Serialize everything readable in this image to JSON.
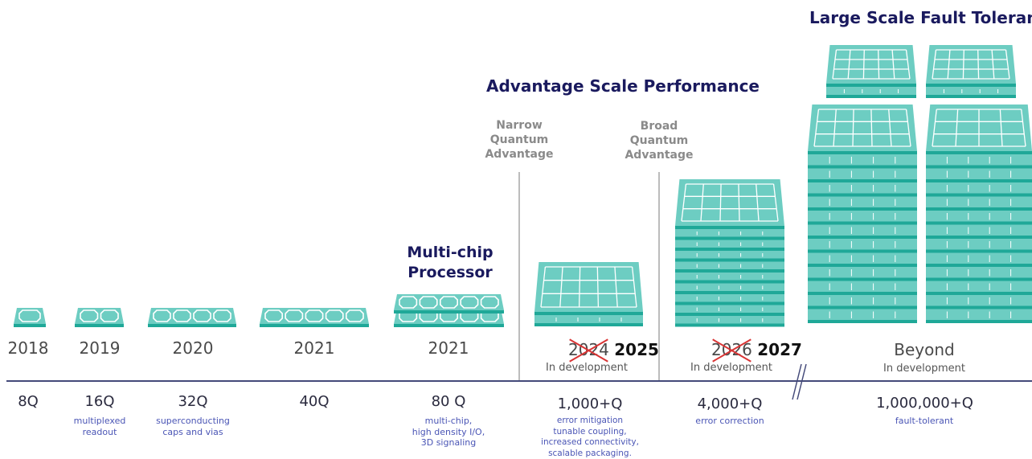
{
  "headings": {
    "large_scale": "Large Scale Fault Tolerance",
    "advantage": "Advantage Scale Performance",
    "multichip": [
      "Multi-chip",
      "Processor"
    ],
    "narrow": [
      "Narrow",
      "Quantum",
      "Advantage"
    ],
    "broad": [
      "Broad",
      "Quantum",
      "Advantage"
    ]
  },
  "milestones": [
    {
      "year": "2018",
      "qubits": "8Q",
      "desc": []
    },
    {
      "year": "2019",
      "qubits": "16Q",
      "desc": [
        "multiplexed",
        "readout"
      ]
    },
    {
      "year": "2020",
      "qubits": "32Q",
      "desc": [
        "superconducting",
        "caps and vias"
      ]
    },
    {
      "year": "2021",
      "qubits": "40Q",
      "desc": []
    },
    {
      "year": "2021",
      "qubits": "80 Q",
      "desc": [
        "multi-chip,",
        "high density I/O,",
        "3D signaling"
      ]
    },
    {
      "year_old": "2024",
      "year": "2025",
      "status": "In development",
      "qubits": "1,000+Q",
      "desc": [
        "error mitigation",
        "tunable coupling,",
        "increased connectivity,",
        "scalable packaging."
      ]
    },
    {
      "year_old": "2026",
      "year": "2027",
      "status": "In development",
      "qubits": "4,000+Q",
      "desc": [
        "error correction"
      ]
    },
    {
      "year": "Beyond",
      "status": "In development",
      "qubits": "1,000,000+Q",
      "desc": [
        "fault-tolerant"
      ]
    }
  ],
  "colors": {
    "chip_fill": "#6dcdc2",
    "chip_edge": "#1fa898",
    "heading": "#1a1a5e",
    "desc": "#4a55b5",
    "strike": "#d93434"
  }
}
